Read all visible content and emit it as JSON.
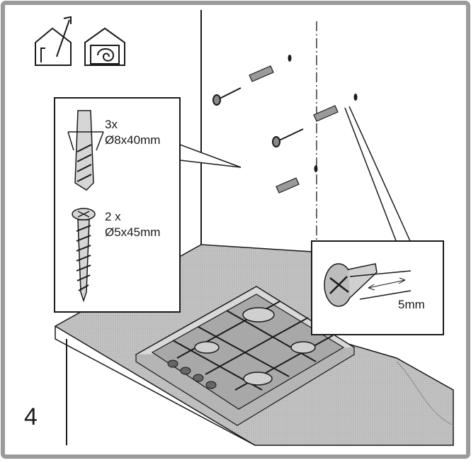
{
  "step_number": "4",
  "icons": [
    {
      "name": "house-arrow-icon",
      "meaning": "ducted extraction"
    },
    {
      "name": "house-recirculation-icon",
      "meaning": "recirculation"
    }
  ],
  "parts": {
    "plug": {
      "quantity": "3x",
      "size": "Ø8x40mm"
    },
    "screw": {
      "quantity": "2 x",
      "size": "Ø5x45mm"
    }
  },
  "detail": {
    "gap": "5mm"
  },
  "colors": {
    "line": "#1a1a1a",
    "frame": "#9a9a9a",
    "countertop": "#bdbdbd",
    "hob": "#a8a8a8"
  }
}
